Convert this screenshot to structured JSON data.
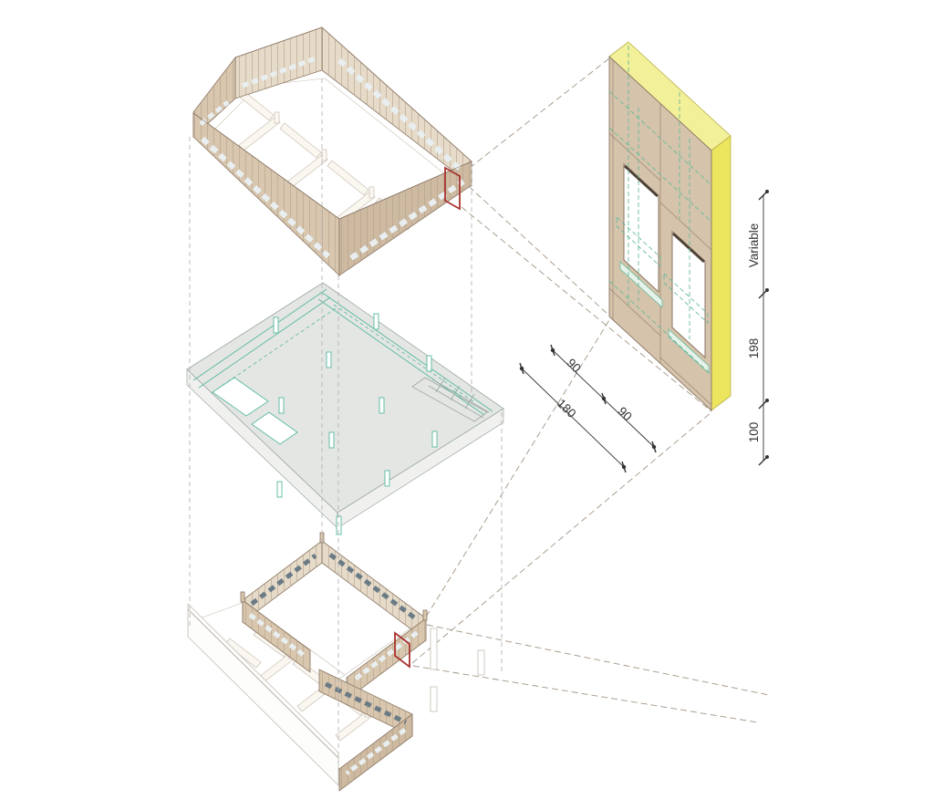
{
  "figure": {
    "kind": "exploded-axonometric-construction-diagram",
    "views": {
      "upper_floor": "upper-storey walls axonometric with highlighted wall panel",
      "floor_slab": "intermediate floor slab axonometric",
      "ground_floor": "ground-storey walls axonometric with highlighted wall panel",
      "wall_detail": "enlarged prefabricated wall panel detail with insulation layer"
    }
  },
  "dims": {
    "variable": "Variable",
    "h198": "198",
    "h100": "100",
    "w90_upper": "90",
    "w90_lower": "90",
    "w180": "180"
  },
  "palette": {
    "wall_tan": "#d8c6ae",
    "wall_tan_light": "#e6dbc9",
    "wall_tan_dark": "#cdbaa1",
    "wall_stroke": "#8a7663",
    "stud_line": "#b3a089",
    "window_light": "#e9eff1",
    "window_dark": "#6b7b86",
    "partition_fill": "#faf7f1",
    "partition_stroke": "#c9c0b2",
    "slab_fill": "#e4e6e3",
    "slab_side": "#f0f1ef",
    "slab_edge_stroke": "#9aa8a2",
    "teal": "#58b8a0",
    "detail_tan": "#d5c3ab",
    "yellow_top": "#f3f09a",
    "yellow_side": "#ece55e",
    "yellow_stroke": "#b9b148",
    "green_hidden": "#66bb9b",
    "sill_fill": "#e7f2ea",
    "lintel_dark": "#4f4337",
    "red_accent": "#a8332f",
    "guide_gray": "#b6b6b6",
    "ray_brown": "#a39585",
    "ghost_gray": "#c4beb4",
    "dim_color": "#333333"
  }
}
